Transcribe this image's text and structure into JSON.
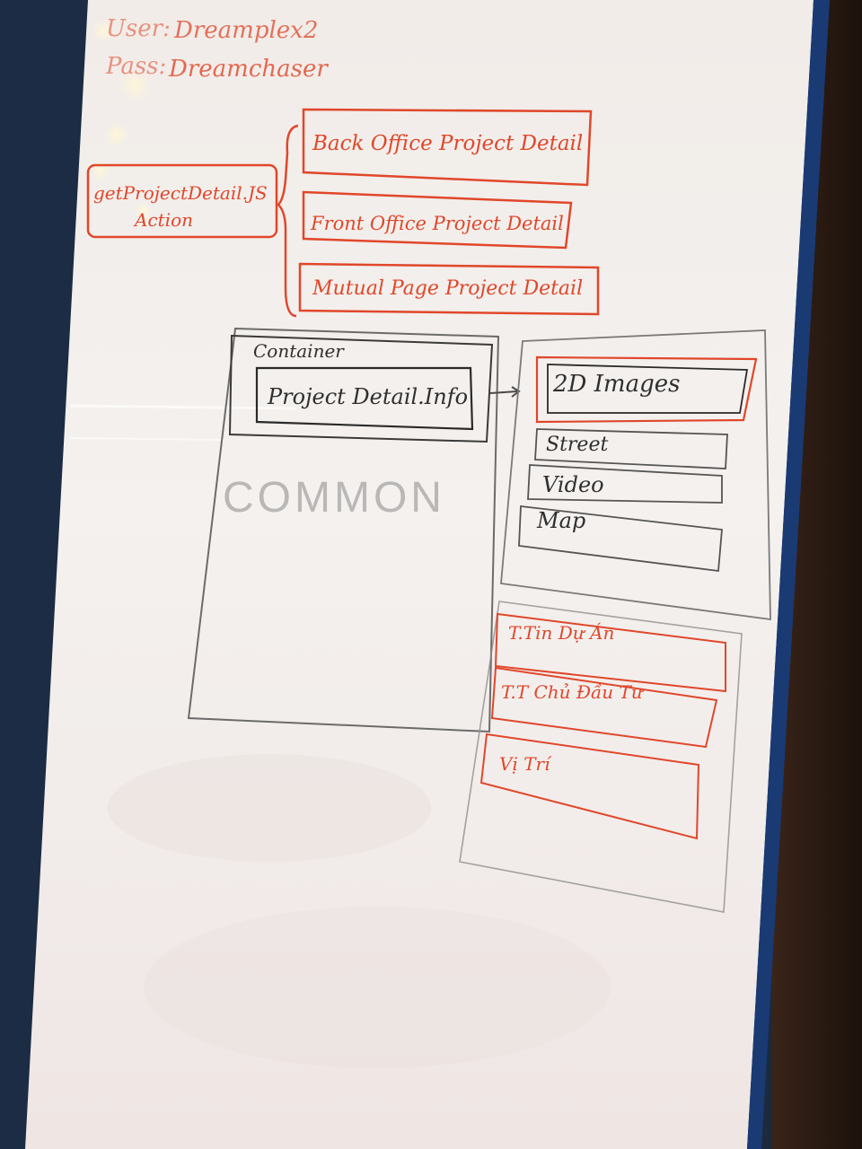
{
  "login": {
    "user_label": "User:",
    "user_value": "Dreamplex2",
    "pass_label": "Pass:",
    "pass_value": "Dreamchaser"
  },
  "action_box": {
    "line1": "getProjectDetail.JS",
    "line2": "Action"
  },
  "branches": [
    "Back Office Project Detail",
    "Front Office Project Detail",
    "Mutual Page Project Detail"
  ],
  "container": {
    "title": "Container",
    "inner": "Project Detail.Info",
    "common": "COMMON"
  },
  "media_list": [
    "2D Images",
    "Street",
    "Video",
    "Map"
  ],
  "info_list": [
    "T.Tin Dự Án",
    "T.T Chủ Đầu Tư",
    "Vị Trí"
  ],
  "colors": {
    "marker_red": "#e0472b",
    "marker_black": "#2f2f2f",
    "board": "#f4f0ee",
    "frame": "#1d2a3c"
  }
}
